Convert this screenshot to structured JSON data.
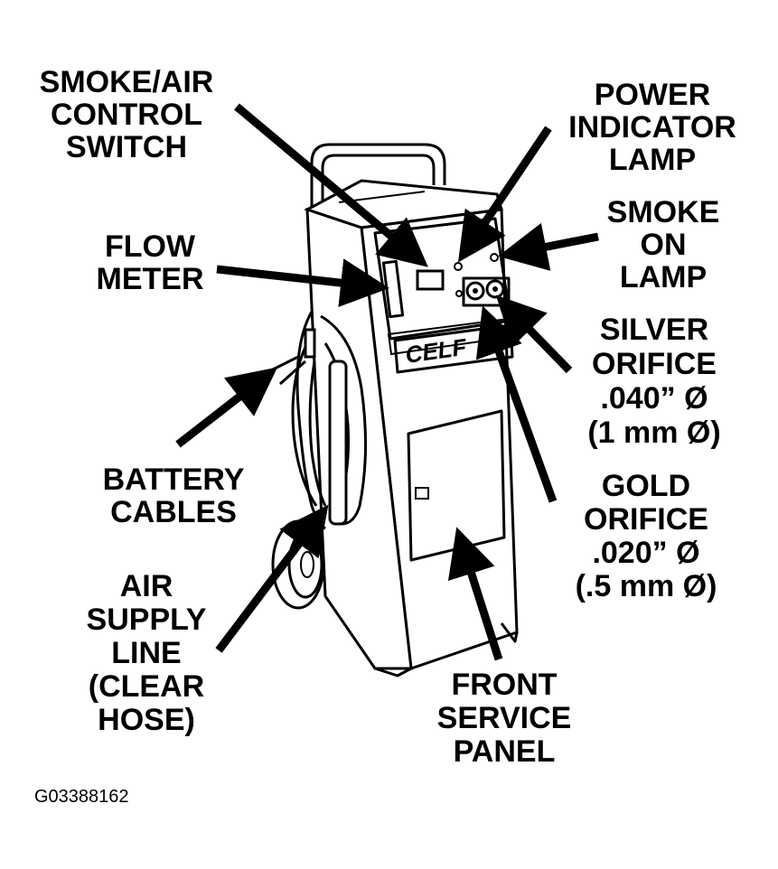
{
  "labels": {
    "smoke_air": [
      "SMOKE/AIR",
      "CONTROL",
      "SWITCH"
    ],
    "power": [
      "POWER",
      "INDICATOR",
      "LAMP"
    ],
    "smoke_on": [
      "SMOKE",
      "ON",
      "LAMP"
    ],
    "flow": [
      "FLOW",
      "METER"
    ],
    "silver": [
      "SILVER",
      "ORIFICE",
      ".040” Ø",
      "(1 mm Ø)"
    ],
    "battery": [
      "BATTERY",
      "CABLES"
    ],
    "gold": [
      "GOLD",
      "ORIFICE",
      ".020” Ø",
      "(.5 mm Ø)"
    ],
    "air": [
      "AIR",
      "SUPPLY",
      "LINE",
      "(CLEAR",
      "HOSE)"
    ],
    "front": [
      "FRONT",
      "SERVICE",
      "PANEL"
    ]
  },
  "panel_logo": "CELF",
  "figure_id": "G03388162"
}
